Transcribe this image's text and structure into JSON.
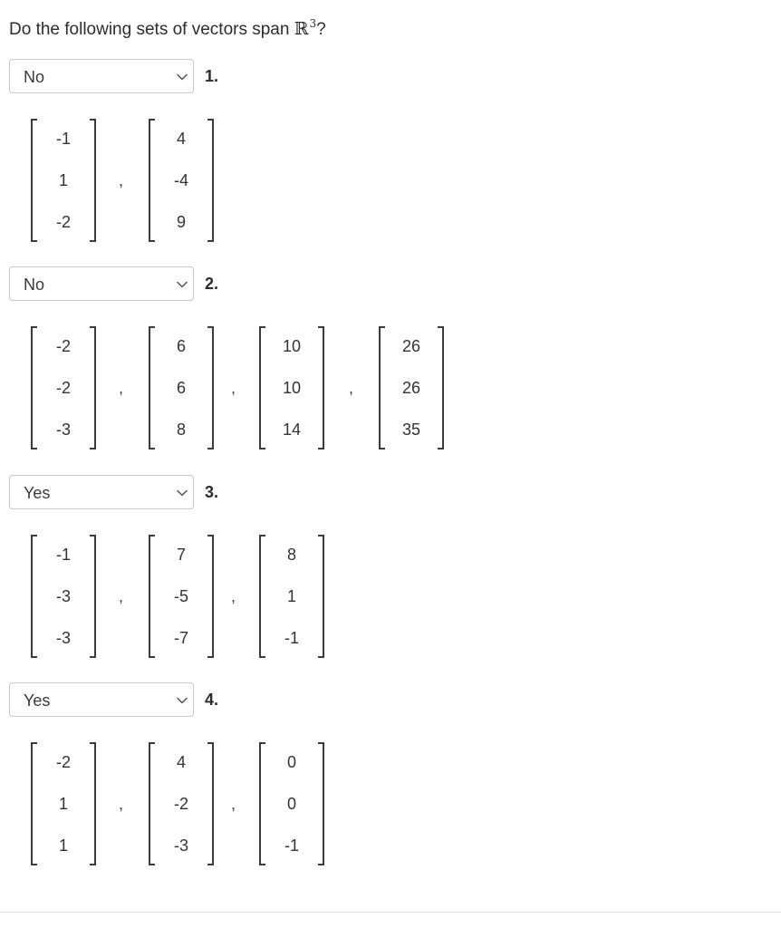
{
  "question": {
    "prefix": "Do the following sets of vectors span ",
    "set_symbol": "ℝ",
    "exponent": "3",
    "suffix": "?"
  },
  "parts": [
    {
      "number": "1.",
      "selected": "No",
      "vectors": [
        [
          "-1",
          "1",
          "-2"
        ],
        [
          "4",
          "-4",
          "9"
        ]
      ]
    },
    {
      "number": "2.",
      "selected": "No",
      "vectors": [
        [
          "-2",
          "-2",
          "-3"
        ],
        [
          "6",
          "6",
          "8"
        ],
        [
          "10",
          "10",
          "14"
        ],
        [
          "26",
          "26",
          "35"
        ]
      ]
    },
    {
      "number": "3.",
      "selected": "Yes",
      "vectors": [
        [
          "-1",
          "-3",
          "-3"
        ],
        [
          "7",
          "-5",
          "-7"
        ],
        [
          "8",
          "1",
          "-1"
        ]
      ]
    },
    {
      "number": "4.",
      "selected": "Yes",
      "vectors": [
        [
          "-2",
          "1",
          "1"
        ],
        [
          "4",
          "-2",
          "-3"
        ],
        [
          "0",
          "0",
          "-1"
        ]
      ]
    }
  ],
  "colors": {
    "border": "#c8c8c8",
    "text": "#2b2b2b",
    "bracket": "#3c3c3c"
  },
  "icons": {
    "dropdown": "chevron-down-icon"
  }
}
